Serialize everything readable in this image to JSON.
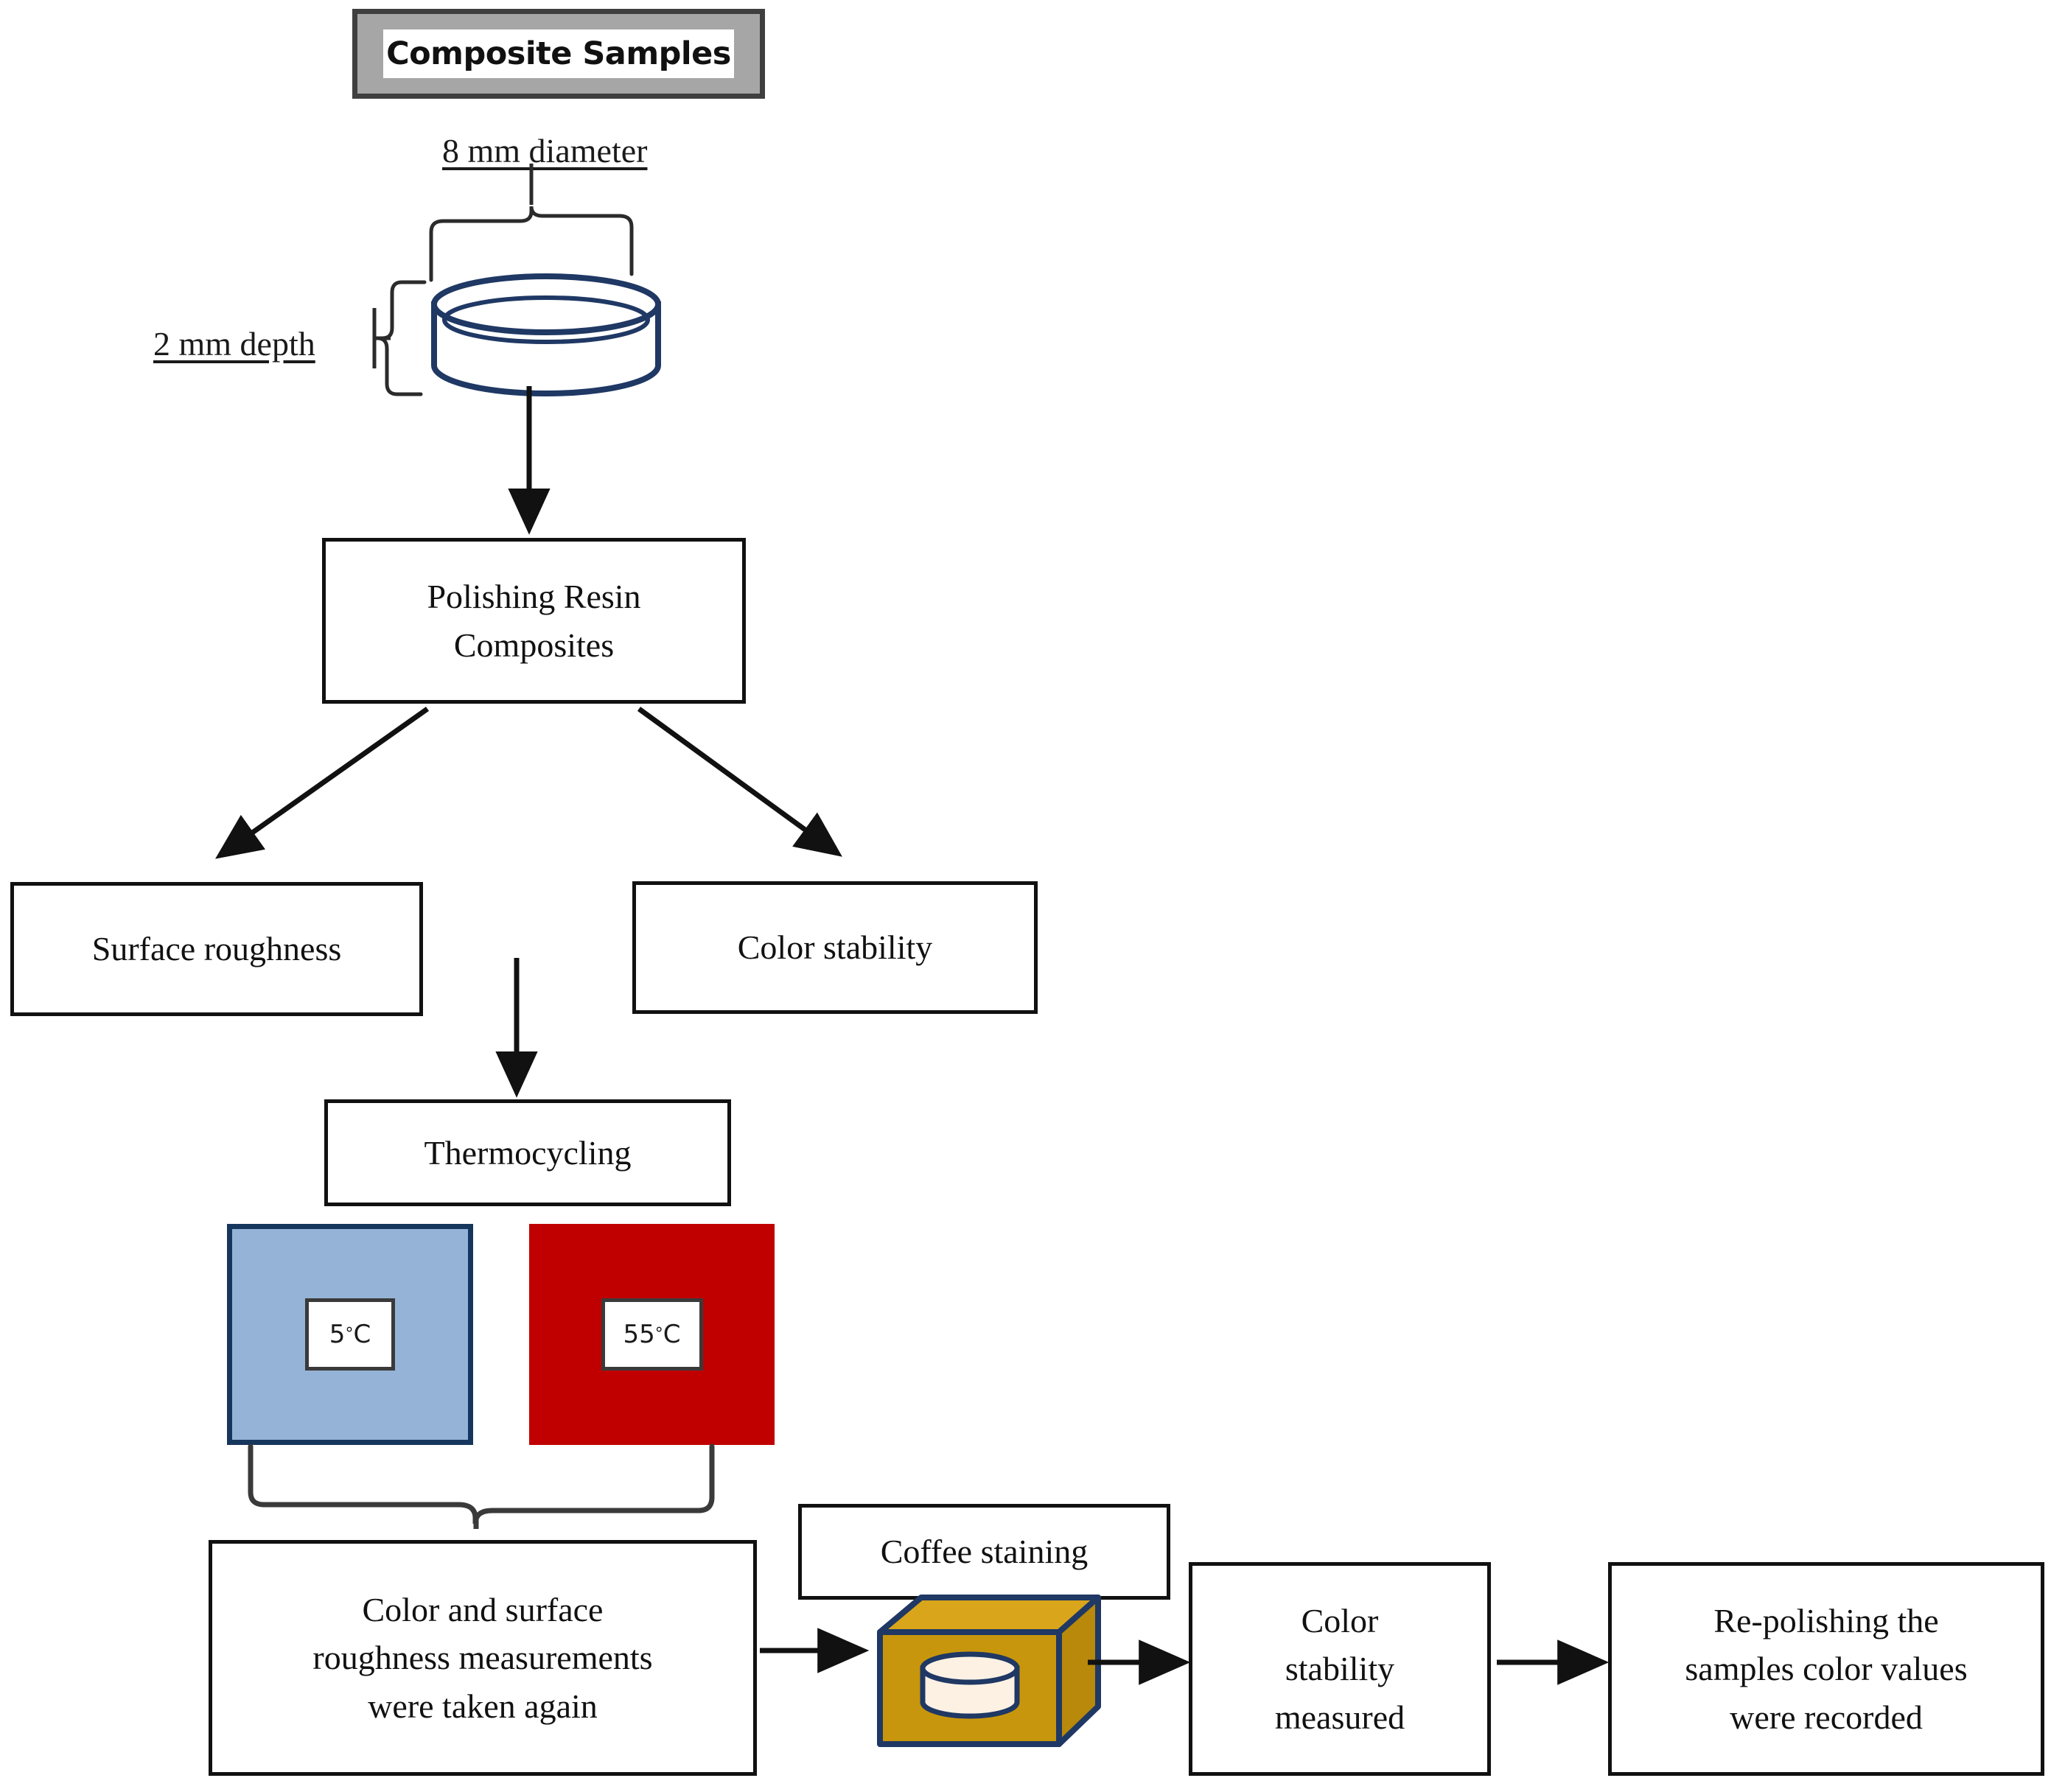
{
  "title": {
    "label": "Composite Samples"
  },
  "specimen": {
    "diameter_label": "8 mm diameter",
    "depth_label": "2 mm depth",
    "shape": "cylinder-disc",
    "outline_color": "#1f3864",
    "fill_color": "#ffffff"
  },
  "nodes": {
    "polishing": {
      "lines": [
        "Polishing Resin",
        "Composites"
      ]
    },
    "surface_roughness": {
      "lines": [
        "Surface roughness"
      ]
    },
    "color_stability": {
      "lines": [
        "Color stability"
      ]
    },
    "thermocycling": {
      "lines": [
        "Thermocycling"
      ]
    },
    "measurements_again": {
      "lines": [
        "Color and surface",
        "roughness measurements",
        "were taken again"
      ]
    },
    "coffee_staining": {
      "lines": [
        "Coffee staining"
      ]
    },
    "color_stability_measured": {
      "lines": [
        "Color",
        "stability",
        "measured"
      ]
    },
    "repolishing": {
      "lines": [
        "Re-polishing the",
        "samples color values",
        "were recorded"
      ]
    }
  },
  "thermocycle": {
    "cold": {
      "value": "5",
      "unit": "°C",
      "block_color": "#95b3d7",
      "border_color": "#16365d"
    },
    "hot": {
      "value": "55",
      "unit": "°C",
      "block_color": "#c00000",
      "border_color": "#c00000"
    }
  },
  "coffee_box": {
    "name": "coffee-staining-container",
    "fill_color": "#c8960c",
    "top_color": "#d9a51a",
    "side_color": "#b8890a",
    "outline_color": "#1f3864",
    "sample_fill": "#fdf1e3"
  },
  "colors": {
    "box_border": "#111111",
    "arrow": "#111111",
    "plaque_frame": "#3f3f3f",
    "plaque_fill": "#a6a6a6"
  }
}
